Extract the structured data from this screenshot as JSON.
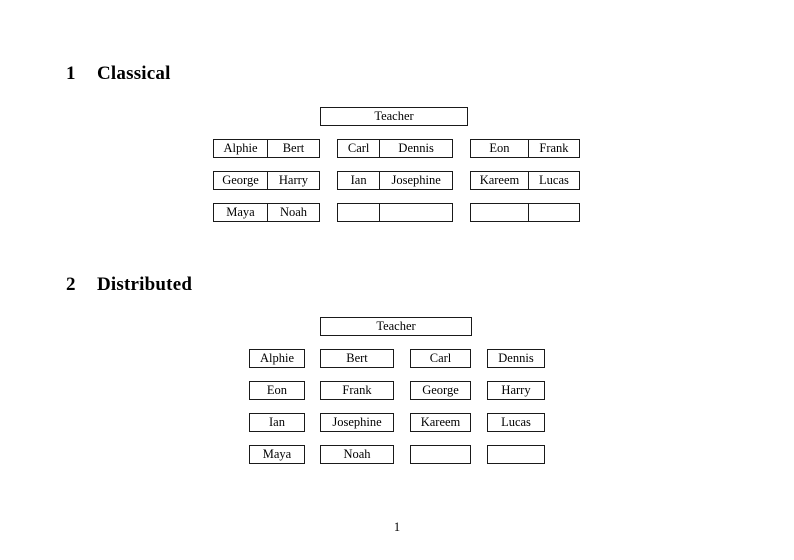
{
  "document": {
    "page_number": "1"
  },
  "sections": [
    {
      "number": "1",
      "title": "Classical",
      "teacher_label": "Teacher",
      "layout": "paired-cells",
      "groups": [
        {
          "cells": [
            "Alphie",
            "Bert"
          ]
        },
        {
          "cells": [
            "Carl",
            "Dennis"
          ]
        },
        {
          "cells": [
            "Eon",
            "Frank"
          ]
        },
        {
          "cells": [
            "George",
            "Harry"
          ]
        },
        {
          "cells": [
            "Ian",
            "Josephine"
          ]
        },
        {
          "cells": [
            "Kareem",
            "Lucas"
          ]
        },
        {
          "cells": [
            "Maya",
            "Noah"
          ]
        },
        {
          "cells": [
            "",
            ""
          ]
        },
        {
          "cells": [
            "",
            ""
          ]
        }
      ]
    },
    {
      "number": "2",
      "title": "Distributed",
      "teacher_label": "Teacher",
      "layout": "grid-4x4",
      "boxes": [
        "Alphie",
        "Bert",
        "Carl",
        "Dennis",
        "Eon",
        "Frank",
        "George",
        "Harry",
        "Ian",
        "Josephine",
        "Kareem",
        "Lucas",
        "Maya",
        "Noah",
        "",
        ""
      ]
    }
  ],
  "colors": {
    "page_background": "#ffffff",
    "text": "#000000",
    "box_border": "#1a1a1a"
  }
}
